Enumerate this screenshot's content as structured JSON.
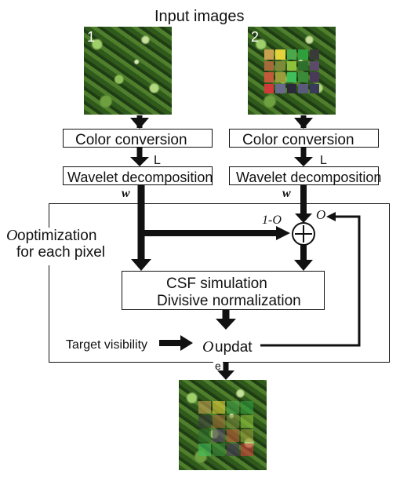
{
  "title": "Input images",
  "inputs": [
    {
      "number": "1"
    },
    {
      "number": "2"
    }
  ],
  "boxes": {
    "color_conversion": "Color conversion",
    "wavelet": "Wavelet decomposition",
    "csf_line1": "CSF simulation",
    "csf_line2": "Divisive normalization"
  },
  "labels": {
    "L": "L",
    "w": "w",
    "one_minus_o": "1-O",
    "o": "O",
    "opt_o": "O",
    "opt_line1": "optimization",
    "opt_line2": "for each pixel",
    "target_visibility": "Target visibility",
    "update_o": "O",
    "update_text": "updat",
    "update_e": "e",
    "plus": "+"
  },
  "colors": {
    "line": "#111111",
    "patch_palette": [
      "#c8a050",
      "#e6d23a",
      "#4aa84a",
      "#2f9f3e",
      "#3a3a3a",
      "#a46a3a",
      "#7c8a3a",
      "#8fc23a",
      "#2e6f2e",
      "#5b4a6a",
      "#c25a3a",
      "#9c9c3a",
      "#3fbf5a",
      "#3a8a3a",
      "#4a3a5a",
      "#d23a3a",
      "#6a6a8a",
      "#2a2a3a",
      "#5a5a7a",
      "#3a3a5a"
    ]
  }
}
